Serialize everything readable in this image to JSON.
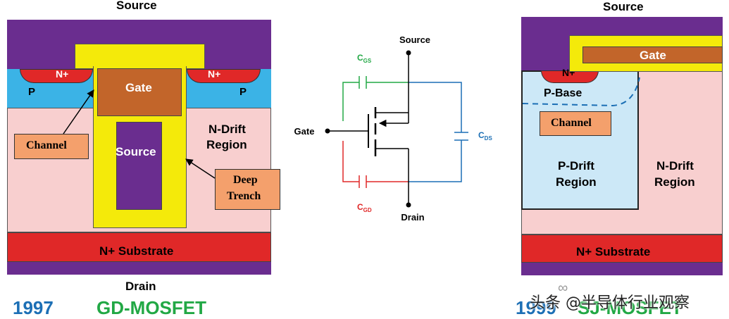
{
  "left": {
    "source": "Source",
    "drain": "Drain",
    "n_plus_left": "N+",
    "n_plus_right": "N+",
    "p_left": "P",
    "p_right": "P",
    "gate": "Gate",
    "source_inner": "Source",
    "n_drift_line1": "N-Drift",
    "n_drift_line2": "Region",
    "channel": "Channel",
    "deep_trench_line1": "Deep",
    "deep_trench_line2": "Trench",
    "substrate": "N+ Substrate",
    "year": "1997",
    "name": "GD-MOSFET"
  },
  "circuit": {
    "source": "Source",
    "drain": "Drain",
    "gate": "Gate",
    "cgs": "C",
    "cgs_sub": "GS",
    "cgd": "C",
    "cgd_sub": "GD",
    "cds": "C",
    "cds_sub": "DS"
  },
  "right": {
    "source": "Source",
    "gate": "Gate",
    "n_plus": "N+",
    "p_base": "P-Base",
    "channel": "Channel",
    "p_drift_line1": "P-Drift",
    "p_drift_line2": "Region",
    "n_drift_line1": "N-Drift",
    "n_drift_line2": "Region",
    "substrate": "N+ Substrate",
    "year": "1999",
    "name": "SJ-MOSFET"
  },
  "watermark": "头条 @半导体行业观察",
  "colors": {
    "purple": "#6a2d8f",
    "red": "#e02828",
    "blue": "#3bb3e6",
    "pink": "#f8cfcf",
    "yellow": "#f4ea0a",
    "brown": "#c2652a",
    "orange": "#f4a06c",
    "lightblue": "#cce8f7",
    "green_text": "#22a845",
    "blue_text": "#1c6fb5"
  }
}
